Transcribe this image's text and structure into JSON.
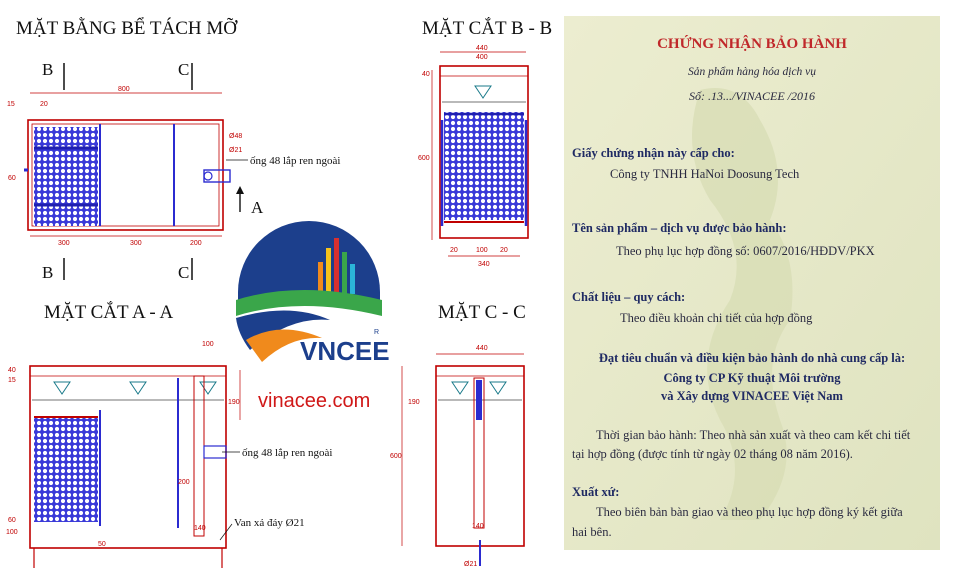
{
  "drawing": {
    "plan": {
      "title": "MẶT BẰNG BỂ TÁCH MỠ",
      "section_b_top": "B",
      "section_c_top": "C",
      "section_b_bottom": "B",
      "section_c_bottom": "C",
      "section_a": "A",
      "dim_total": "800",
      "dim_20": "20",
      "dim_300a": "300",
      "dim_300b": "300",
      "dim_200": "200",
      "dim_d48": "Ø48",
      "dim_d21": "Ø21",
      "pipe_note": "ống 48 lắp ren ngoài",
      "edge_15": "15",
      "edge_60": "60"
    },
    "section_bb": {
      "title": "MẶT CẮT B - B",
      "dim_440": "440",
      "dim_400": "400",
      "dim_40": "40",
      "dim_600": "600",
      "dim_20": "20",
      "dim_100": "100",
      "dim_20b": "20",
      "dim_340": "340"
    },
    "section_aa": {
      "title": "MẶT CẮT A - A",
      "dim_100top": "100",
      "dim_190": "190",
      "dim_200": "200",
      "dim_140": "140",
      "dim_100left": "100",
      "dim_60left": "60",
      "dim_50": "50",
      "dim_40": "40",
      "dim_15": "15",
      "pipe_note": "ống 48 lắp ren ngoài",
      "valve_note": "Van xả đáy Ø21"
    },
    "section_cc": {
      "title": "MẶT C - C",
      "dim_440": "440",
      "dim_190": "190",
      "dim_600": "600",
      "dim_140": "140",
      "dim_d21": "Ø21"
    }
  },
  "logo": {
    "brand": "VNCEE",
    "registered": "R",
    "website": "vinacee.com"
  },
  "certificate": {
    "title": "CHỨNG NHẬN BẢO HÀNH",
    "subtitle": "Sản phẩm hàng hóa dịch vụ",
    "number": "Số: .13.../VINACEE /2016",
    "issued_to_label": "Giấy chứng nhận này cấp cho:",
    "issued_to": "Công ty TNHH HaNoi Doosung Tech",
    "product_label": "Tên sản phẩm – dịch vụ được bảo hành:",
    "product": "Theo phụ lục hợp đồng số: 0607/2016/HĐDV/PKX",
    "material_label": "Chất liệu – quy cách:",
    "material": "Theo điều khoản chi tiết của hợp đồng",
    "standard_label": "Đạt tiêu chuẩn và điều kiện bảo hành do nhà cung cấp là:",
    "provider_line1": "Công ty CP Kỹ thuật Môi trường",
    "provider_line2": "và Xây dựng VINACEE Việt Nam",
    "warranty_line1": "Thời gian bảo hành: Theo nhà sản xuất và theo cam kết chi tiết",
    "warranty_line2": "tại hợp đồng (được tính từ ngày 02 tháng 08 năm 2016).",
    "origin_label": "Xuất xứ:",
    "origin_line1": "Theo biên bản bàn giao và theo phụ lục hợp đồng ký kết giữa",
    "origin_line2": "hai bên."
  },
  "colors": {
    "outline": "#c00000",
    "mesh": "#2b2bd0",
    "logo_blue": "#1c3f8c",
    "logo_green": "#3aa64a",
    "logo_orange": "#f08a1c",
    "cert_bg": "#e6e8c6"
  }
}
